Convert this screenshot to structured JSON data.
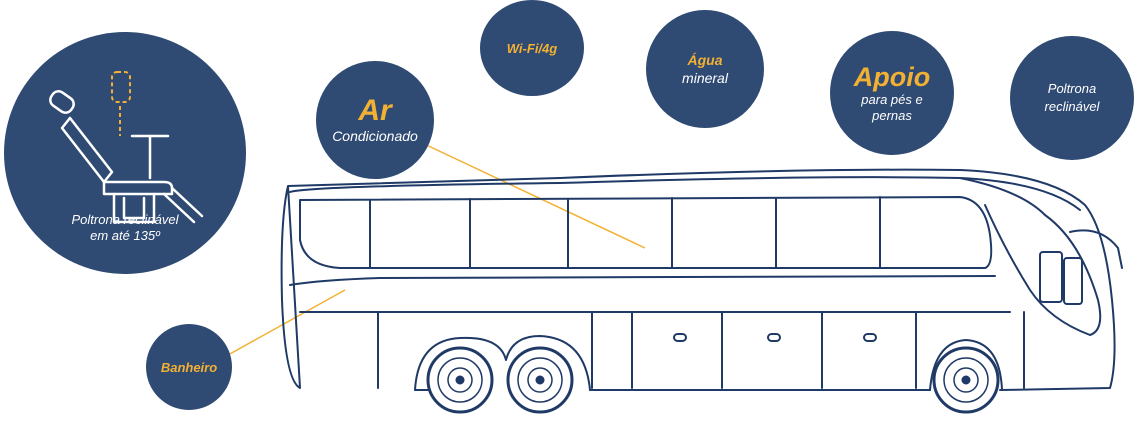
{
  "colors": {
    "navy": "#2f4a73",
    "accent": "#f2b132",
    "outline": "#1f3a66",
    "white": "#ffffff"
  },
  "features": {
    "ar": {
      "title": "Ar",
      "subtitle": "Condicionado"
    },
    "wifi": {
      "title": "Wi-Fi/4g"
    },
    "agua": {
      "title": "Água",
      "subtitle": "mineral"
    },
    "apoio": {
      "title": "Apoio",
      "subtitle_line1": "para pés e",
      "subtitle_line2": "pernas"
    },
    "poltrona": {
      "line1": "Poltrona",
      "line2": "reclinável"
    },
    "reclinavel": {
      "line1": "Poltrona reclinável",
      "line2": "em até 135º",
      "icon": "reclining-seat-icon"
    },
    "banheiro": {
      "title": "Banheiro"
    }
  },
  "illustration": {
    "icon": "bus-icon"
  }
}
